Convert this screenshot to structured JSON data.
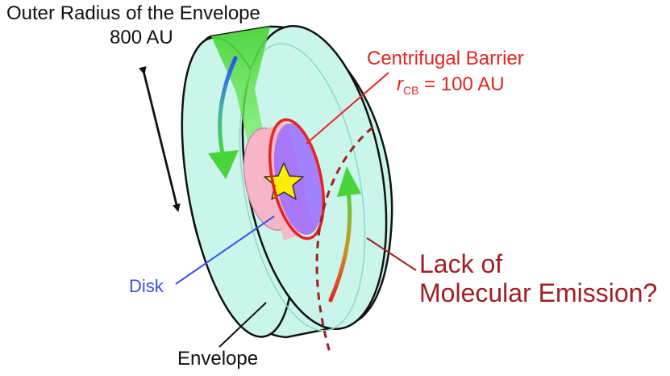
{
  "labels": {
    "outer_radius_line1": "Outer Radius of the Envelope",
    "outer_radius_line2": "800 AU",
    "cb_title": "Centrifugal Barrier",
    "cb_symbol": "r",
    "cb_subscript": "CB",
    "cb_value": " = 100 AU",
    "disk": "Disk",
    "envelope": "Envelope",
    "lack_line1": "Lack of",
    "lack_line2": "Molecular Emission?"
  },
  "colors": {
    "envelope_fill": "#c9f5ea",
    "envelope_inner": "#b9efe1",
    "outline": "#111111",
    "infall_green": "#4ad43a",
    "infall_fade": "#7ff06a",
    "disk_pink": "#f6b6c8",
    "disk_purple": "#9a6cff",
    "centrifugal_red": "#e8231f",
    "emission_darkred": "#a11f22",
    "disk_label_blue": "#3a4ff0",
    "star_yellow": "#ffee00",
    "star_outline": "#333333"
  },
  "icons": {
    "star": "protostar-star-icon",
    "arrows": [
      "infall-arrow-top",
      "infall-arrow-bottom",
      "outer-radius-double-arrow"
    ]
  }
}
